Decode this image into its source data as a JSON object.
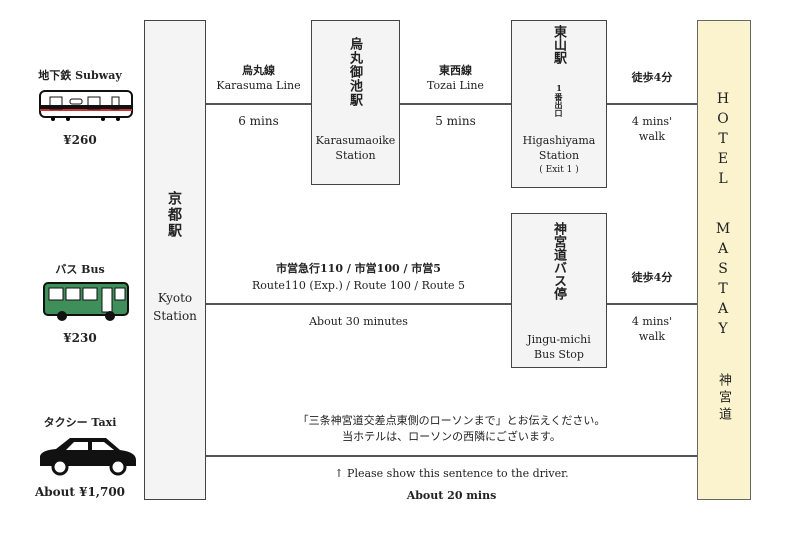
{
  "modes": {
    "subway": {
      "label": "地下鉄 Subway",
      "fare": "¥260"
    },
    "bus": {
      "label": "バス Bus",
      "fare": "¥230"
    },
    "taxi": {
      "label": "タクシー Taxi",
      "fare": "About ¥1,700"
    }
  },
  "kyoto": {
    "jp": "京都駅",
    "en1": "Kyoto",
    "en2": "Station"
  },
  "karasuma_line": {
    "jp": "烏丸線",
    "en": "Karasuma Line",
    "time": "6 mins"
  },
  "karasumaoike": {
    "jp": "烏丸御池駅",
    "en1": "Karasumaoike",
    "en2": "Station"
  },
  "tozai_line": {
    "jp": "東西線",
    "en": "Tozai Line",
    "time": "5 mins"
  },
  "higashiyama": {
    "jp": "東山駅",
    "exit_jp": "1番出口",
    "en1": "Higashiyama",
    "en2": "Station",
    "exit_en": "( Exit 1 )"
  },
  "walk1": {
    "jp": "徒歩4分",
    "en1": "4 mins'",
    "en2": "walk"
  },
  "bus_route": {
    "jp": "市営急行110 / 市営100 / 市営5",
    "en": "Route110 (Exp.) / Route 100 / Route 5",
    "time": "About 30 minutes"
  },
  "jingu": {
    "jp": "神宮道バス停",
    "en1": "Jingu-michi",
    "en2": "Bus Stop"
  },
  "walk2": {
    "jp": "徒歩4分",
    "en1": "4 mins'",
    "en2": "walk"
  },
  "taxi_route": {
    "jp1": "「三条神宮道交差点東側のローソンまで」とお伝えください。",
    "jp2": "当ホテルは、ローソンの西隣にございます。",
    "note": "↑ Please show this sentence to the driver.",
    "time": "About 20 mins"
  },
  "hotel": {
    "en": "HOTEL MASTAY",
    "jp": "神宮道"
  },
  "colors": {
    "hotel_bg": "#faf3cd",
    "bus_green": "#3f8f5a",
    "subway_red": "#c33"
  }
}
